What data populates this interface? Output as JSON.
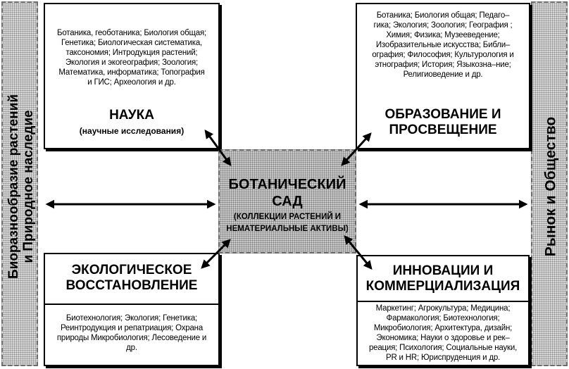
{
  "left_band": {
    "line1": "Биоразнообразие растений",
    "line2": "и Природное наследие"
  },
  "right_band": {
    "label": "Рынок и Общество"
  },
  "center": {
    "title_line1": "Ботанический",
    "title_line2": "сад",
    "subtitle_line1": "(Коллекции растений и",
    "subtitle_line2": "нематериальные активы)"
  },
  "science": {
    "topics": [
      "Ботаника, геоботаника; Биология общая;",
      "Генетика; Биологическая систематика,",
      "таксономия; Интродукция растений;",
      "Экология и экогеография; Зоология;",
      "Математика, информатика; Топография",
      "и ГИС; Археология и др."
    ],
    "title": "Наука",
    "subtitle": "(научные исследования)"
  },
  "education": {
    "topics": [
      "Ботаника; Биология общая; Педаго–",
      "гика; Экология; Зоология; География ;",
      "Химия; Физика; Музееведение;",
      "Изобразительные искусства; Библи–",
      "ография; Философия; Культурология и",
      "этнография; История; Языкозна–ние;",
      "Религиоведение и др."
    ],
    "title_line1": "Образование и",
    "title_line2": "Просвещение"
  },
  "ecology": {
    "title_line1": "Экологическое",
    "title_line2": "восстановление",
    "topics": [
      "Биотехнология; Экология; Генетика;",
      "Реинтродукция и репатриация; Охрана",
      "природы Микробиология; Лесоведение и",
      "др."
    ]
  },
  "innovation": {
    "title_line1": "Инновации и",
    "title_line2": "Коммерциализация",
    "topics": [
      "Маркетинг; Агрокультура; Медицина;",
      "Фармакология; Биотехнология;",
      "Микробиология; Архитектура, дизайн;",
      "Экономика; Науки о здоровье и рек–",
      "реация; Психология; Социальные науки,",
      "PR и HR; Юриспруденция и др."
    ]
  }
}
